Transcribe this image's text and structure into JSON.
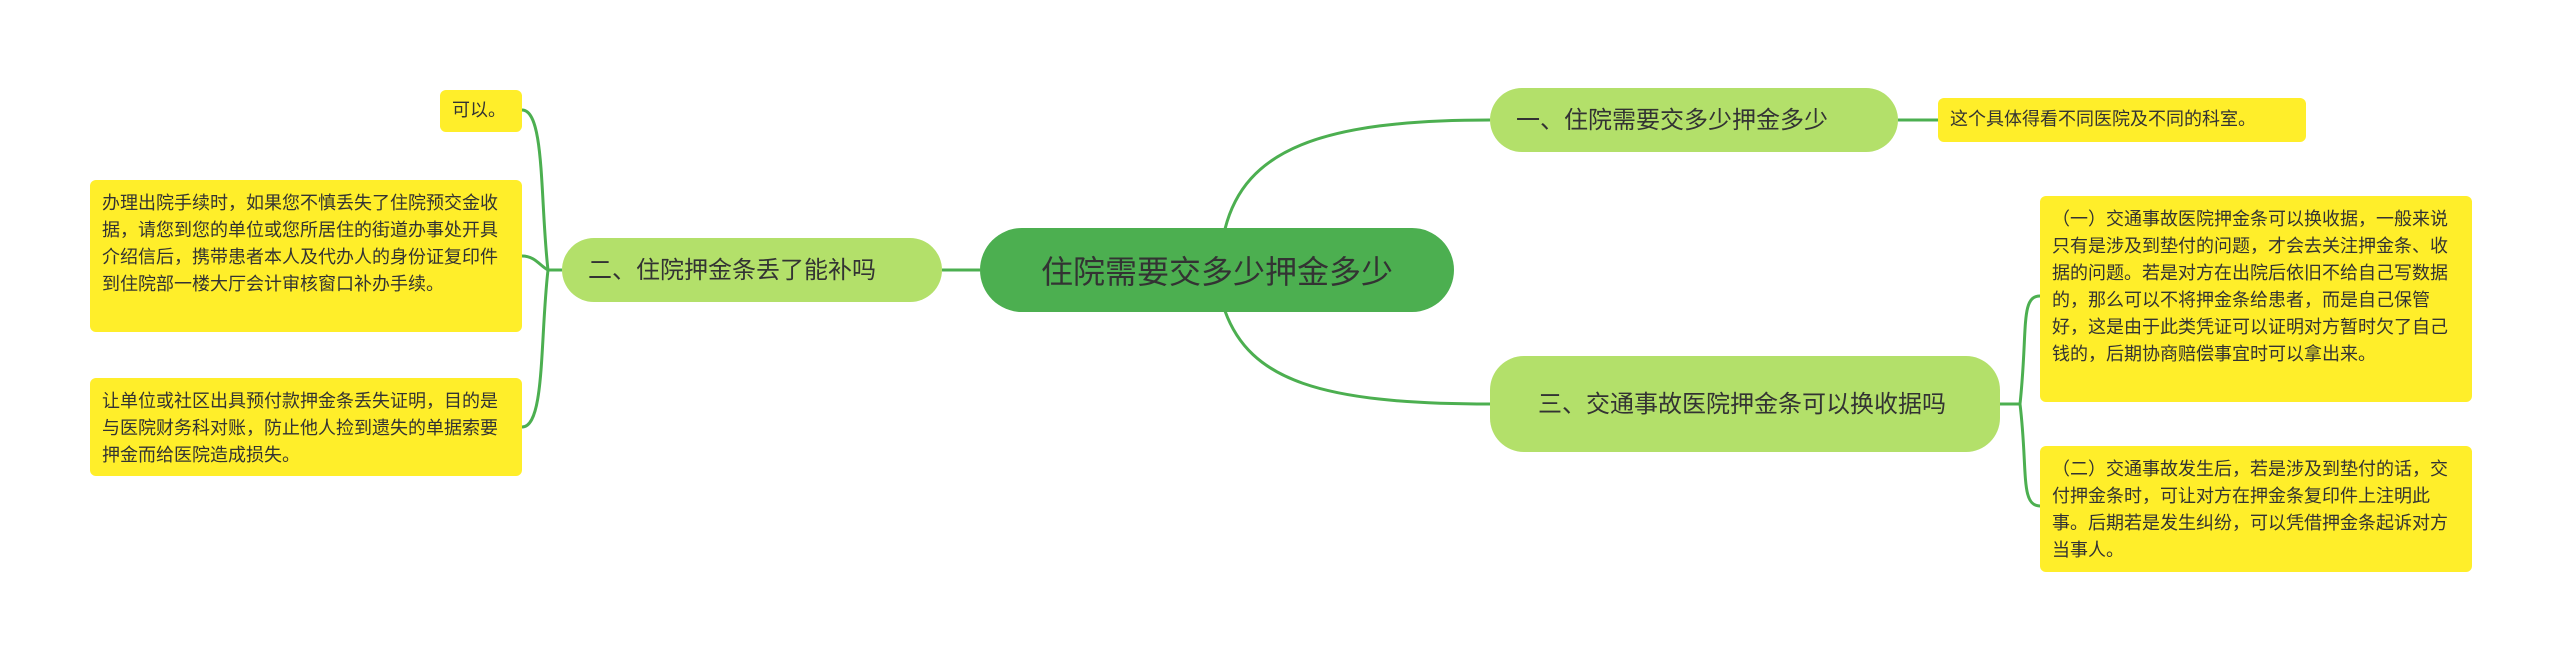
{
  "root": {
    "label": "住院需要交多少押金多少"
  },
  "branches": [
    {
      "label": "一、住院需要交多少押金多少",
      "leaves": [
        "这个具体得看不同医院及不同的科室。"
      ]
    },
    {
      "label": "二、住院押金条丢了能补吗",
      "leaves": [
        "可以。",
        "办理出院手续时，如果您不慎丢失了住院预交金收据，请您到您的单位或您所居住的街道办事处开具介绍信后，携带患者本人及代办人的身份证复印件到住院部一楼大厅会计审核窗口补办手续。",
        "让单位或社区出具预付款押金条丢失证明，目的是与医院财务科对账，防止他人捡到遗失的单据索要押金而给医院造成损失。"
      ]
    },
    {
      "label": "三、交通事故医院押金条可以换收据吗",
      "leaves": [
        "（一）交通事故医院押金条可以换收据，一般来说只有是涉及到垫付的问题，才会去关注押金条、收据的问题。若是对方在出院后依旧不给自己写数据的，那么可以不将押金条给患者，而是自己保管好，这是由于此类凭证可以证明对方暂时欠了自己钱的，后期协商赔偿事宜时可以拿出来。",
        "（二）交通事故发生后，若是涉及到垫付的话，交付押金条时，可让对方在押金条复印件上注明此事。后期若是发生纠纷，可以凭借押金条起诉对方当事人。"
      ]
    }
  ],
  "colors": {
    "root_fill": "#4caf50",
    "branch_fill": "#b3e06a",
    "leaf_fill": "#ffee2a",
    "connector": "#4caf50"
  }
}
